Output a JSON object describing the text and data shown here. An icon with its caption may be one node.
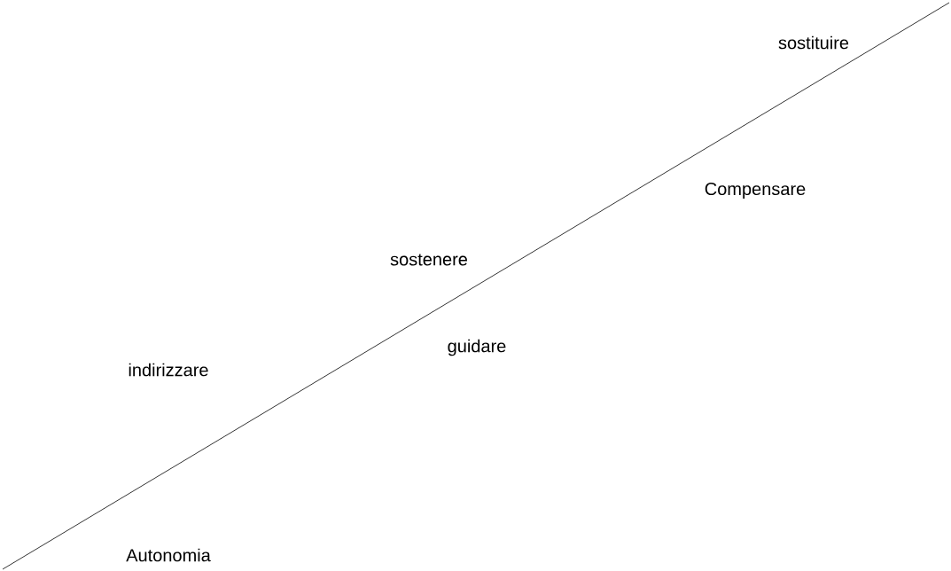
{
  "diagram": {
    "labels": [
      "sostituire",
      "Compensare",
      "sostenere",
      "guidare",
      "indirizzare",
      "Autonomia"
    ]
  }
}
